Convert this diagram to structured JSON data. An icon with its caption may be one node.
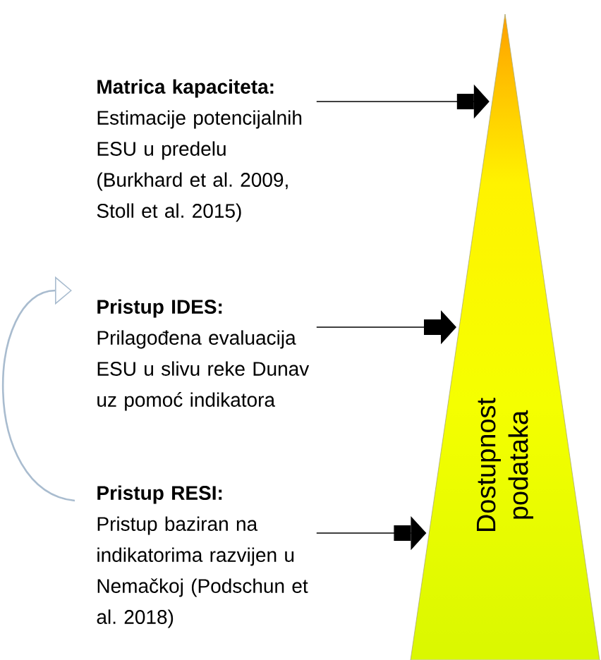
{
  "diagram": {
    "nodes": [
      {
        "text": [
          "Matrica kapaciteta:",
          "Estimacije potencijalnih ESU u predelu (Burkhard et al. 2009, Stoll et al. 2015)"
        ]
      },
      {
        "text": [
          "Pristup IDES:",
          "Prilagođena evaluacija ESU u slivu reke Dunav uz pomoć indikatora"
        ]
      },
      {
        "text": [
          "Pristup RESI:",
          "Pristup baziran na indikatorima razvijen u Nemačkoj (Podschun et al. 2018)"
        ]
      },
      {
        "text": [
          "Dostupnost podataka"
        ]
      }
    ],
    "edges": [
      {
        "from": 0,
        "to": 3,
        "arrow": "to"
      },
      {
        "from": 1,
        "to": 3,
        "arrow": "to"
      },
      {
        "from": 2,
        "to": 3,
        "arrow": "to"
      },
      {
        "from": 2,
        "to": 1,
        "arrow": "to",
        "color": "#a9bccf"
      }
    ]
  }
}
